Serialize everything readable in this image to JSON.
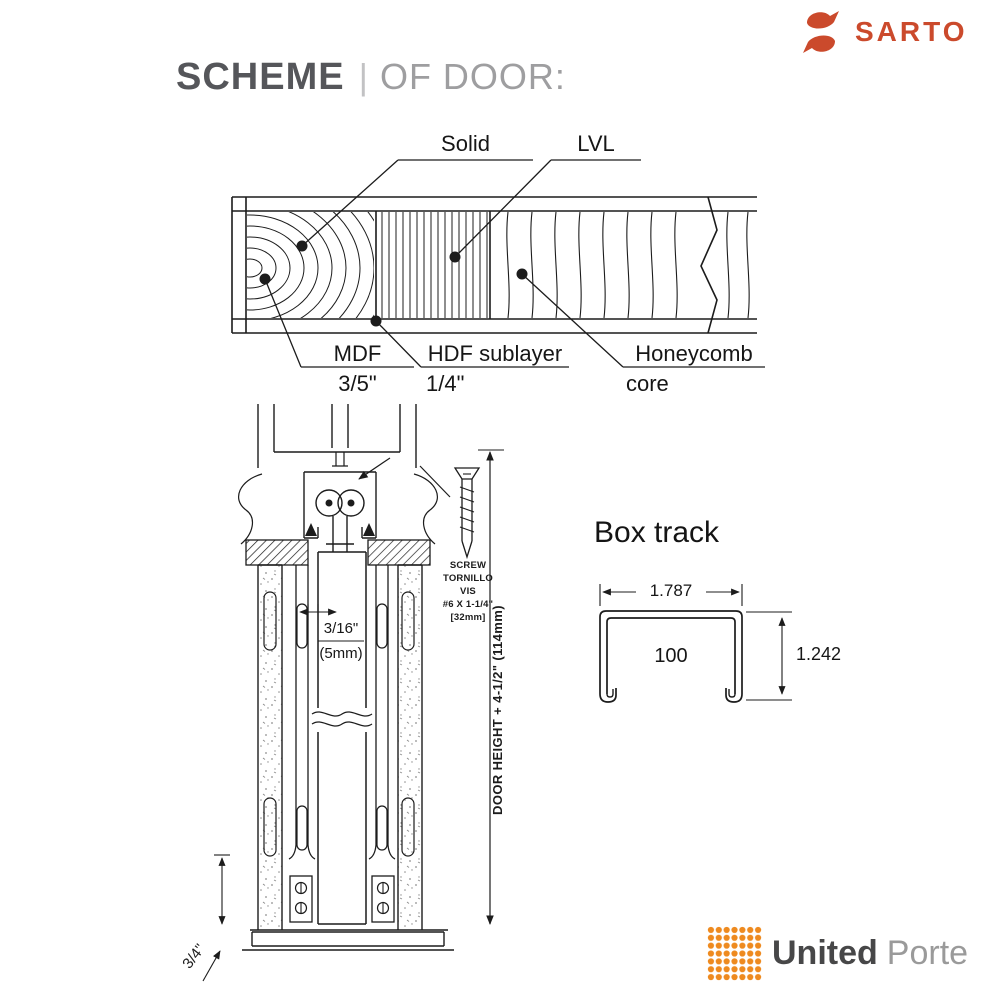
{
  "colors": {
    "ink": "#1c1c1c",
    "sarto_red": "#cb4a2c",
    "porte_orange": "#ee8a1f",
    "title_dark": "#55565a",
    "title_light": "#9e9ea0",
    "footer_dark": "#474748",
    "footer_light": "#9a9a9a"
  },
  "header": {
    "brand": "SARTO",
    "title_bold": "SCHEME",
    "title_sep": "|",
    "title_light": "OF DOOR:"
  },
  "door_section": {
    "label_solid": "Solid",
    "label_lvl": "LVL",
    "label_mdf": "MDF",
    "dim_mdf": "3/5\"",
    "label_hdf": "HDF sublayer",
    "dim_hdf": "1/4\"",
    "label_honeycomb_line1": "Honeycomb",
    "label_honeycomb_line2": "core"
  },
  "mechanism": {
    "screw_note": [
      "SCREW",
      "TORNILLO",
      "VIS",
      "#6 X 1-1/4\"",
      "[32mm]"
    ],
    "gap_dim": "3/16\"",
    "gap_dim_mm": "(5mm)",
    "door_height_dim": "DOOR HEIGHT + 4-1/2\" (114mm)",
    "floor_dim": "3/4\""
  },
  "box_track": {
    "title": "Box track",
    "dim_width": "1.787",
    "dim_inner": "100",
    "dim_height": "1.242"
  },
  "footer": {
    "brand_bold": "United",
    "brand_light": "Porte"
  }
}
